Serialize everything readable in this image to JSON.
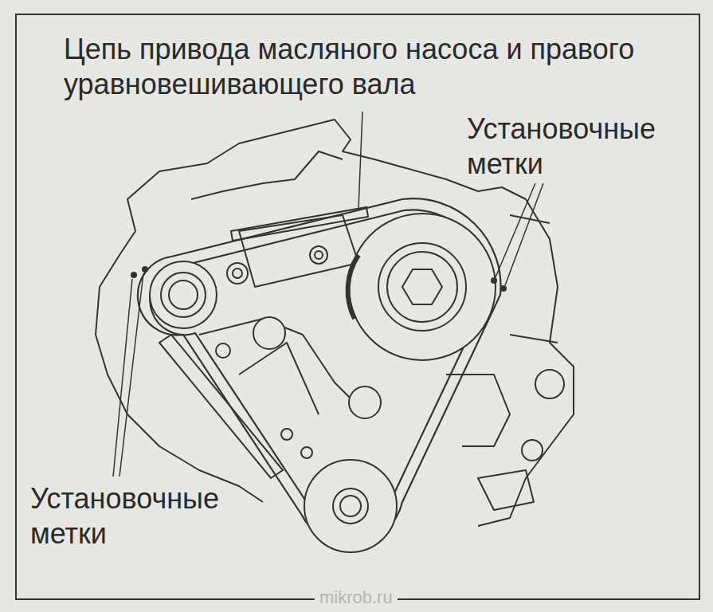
{
  "diagram": {
    "labels": [
      "Цепь привода масляного насоса и правого уравновешивающего вала",
      "Установочные метки",
      "Установочные метки",
      "mikrob.ru"
    ]
  }
}
